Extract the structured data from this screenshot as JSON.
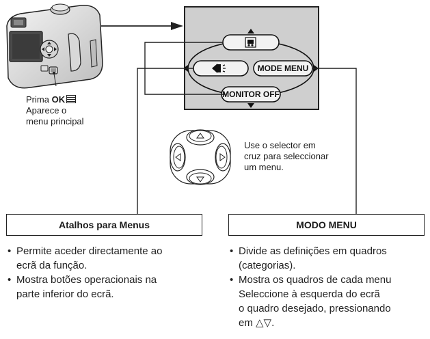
{
  "camera_caption": {
    "line1_prefix": "Prima",
    "line1_key": "OK",
    "line2": "Aparece o",
    "line3": "menu principal"
  },
  "lcd_menu": {
    "right_button": "MODE MENU",
    "bottom_button": "MONITOR OFF",
    "top_icon": "movie-icon",
    "left_icon": "flash-icon"
  },
  "dpad_caption": {
    "line1": "Use o selector em",
    "line2": "cruz para seleccionar",
    "line3": "um menu."
  },
  "left_box": {
    "title": "Atalhos para Menus",
    "bullets": [
      [
        "Permite aceder directamente ao",
        "ecrã da função."
      ],
      [
        "Mostra botões operacionais na",
        "parte inferior do ecrã."
      ]
    ]
  },
  "right_box": {
    "title": "MODO MENU",
    "bullets": [
      [
        "Divide as definições em quadros",
        "(categorias)."
      ],
      [
        "Mostra os quadros de cada menu",
        "Seleccione à esquerda do ecrã",
        "o quadro desejado, pressionando",
        "em △▽."
      ]
    ]
  }
}
